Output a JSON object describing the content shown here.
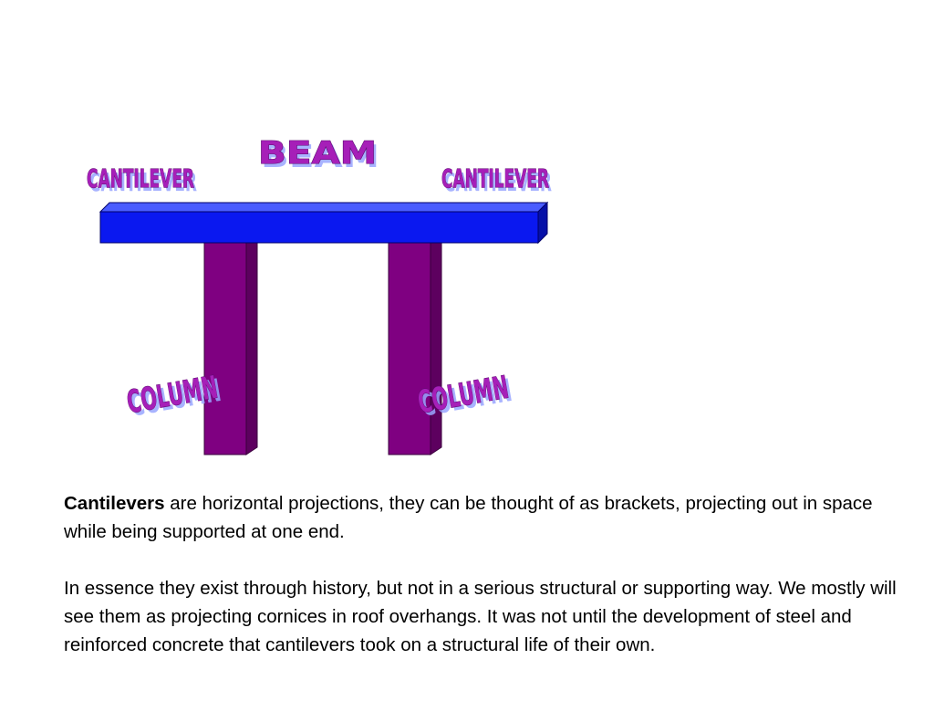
{
  "diagram": {
    "labels": {
      "beam": "BEAM",
      "cantilever_left": "CANTILEVER",
      "cantilever_right": "CANTILEVER",
      "column_left": "COLUMN",
      "column_right": "COLUMN"
    },
    "colors": {
      "beam": "#0a18f0",
      "column": "#7f0081",
      "label": "#a61fb8"
    }
  },
  "text": {
    "para1_term": "Cantilevers",
    "para1_rest": " are horizontal projections, they can be thought of as brackets, projecting out in space while being supported at one end.",
    "para2": "In essence they exist through history, but not in a serious structural or supporting way. We mostly will see them as projecting cornices in roof overhangs. It was not until the development of steel and reinforced concrete that cantilevers took on a structural life of their own."
  }
}
